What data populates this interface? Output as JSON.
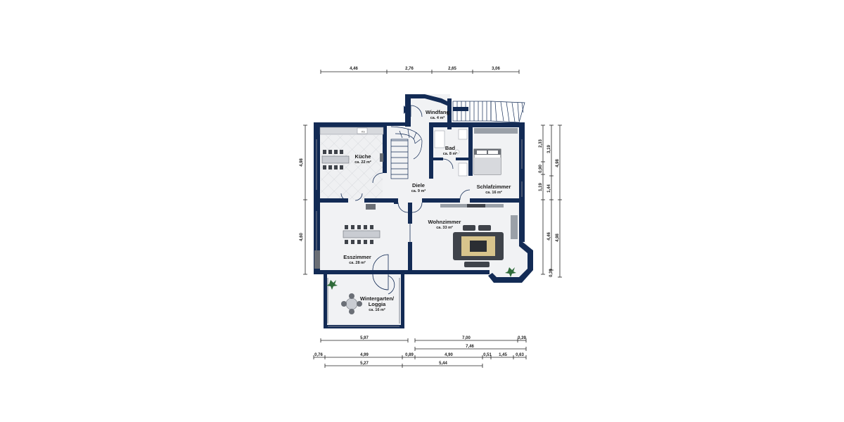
{
  "floorplan": {
    "rooms": [
      {
        "id": "windfang",
        "name": "Windfang",
        "area": "ca. 4 m²"
      },
      {
        "id": "kueche",
        "name": "Küche",
        "area": "ca. 22 m²"
      },
      {
        "id": "bad",
        "name": "Bad",
        "area": "ca. 8 m²"
      },
      {
        "id": "diele",
        "name": "Diele",
        "area": "ca. 9 m²"
      },
      {
        "id": "schlafzimmer",
        "name": "Schlafzimmer",
        "area": "ca. 16 m²"
      },
      {
        "id": "wohnzimmer",
        "name": "Wohnzimmer",
        "area": "ca. 33 m²"
      },
      {
        "id": "esszimmer",
        "name": "Esszimmer",
        "area": "ca. 28 m²"
      },
      {
        "id": "wintergarten",
        "name_line1": "Wintergarten/",
        "name_line2": "Loggia",
        "area": "ca. 16 m²"
      }
    ],
    "dimensions": {
      "top": [
        "4,46",
        "2,76",
        "2,65",
        "3,06"
      ],
      "left": [
        "4,98",
        "4,60"
      ],
      "right_inner": [
        "2,33",
        "0,90",
        "1,19",
        "0,39"
      ],
      "right_middle": [
        "3,19",
        "1,44",
        "4,46"
      ],
      "right_outer": [
        "4,98",
        "4,98"
      ],
      "bottom_row1": [
        "5,97",
        "7,00",
        "0,39"
      ],
      "bottom_row2": [
        "7,46"
      ],
      "bottom_row3": [
        "0,76",
        "4,99",
        "0,89",
        "4,90",
        "0,51",
        "1,45",
        "0,63"
      ],
      "bottom_row4": [
        "5,27",
        "5,44"
      ]
    },
    "appliance_labels": {
      "fridge": "KS"
    },
    "colors": {
      "wall": "#132b55",
      "floor": "#f1f2f4",
      "furniture": "#6b6f76",
      "plant": "#2f6b3a",
      "table": "#d8c48c"
    }
  }
}
